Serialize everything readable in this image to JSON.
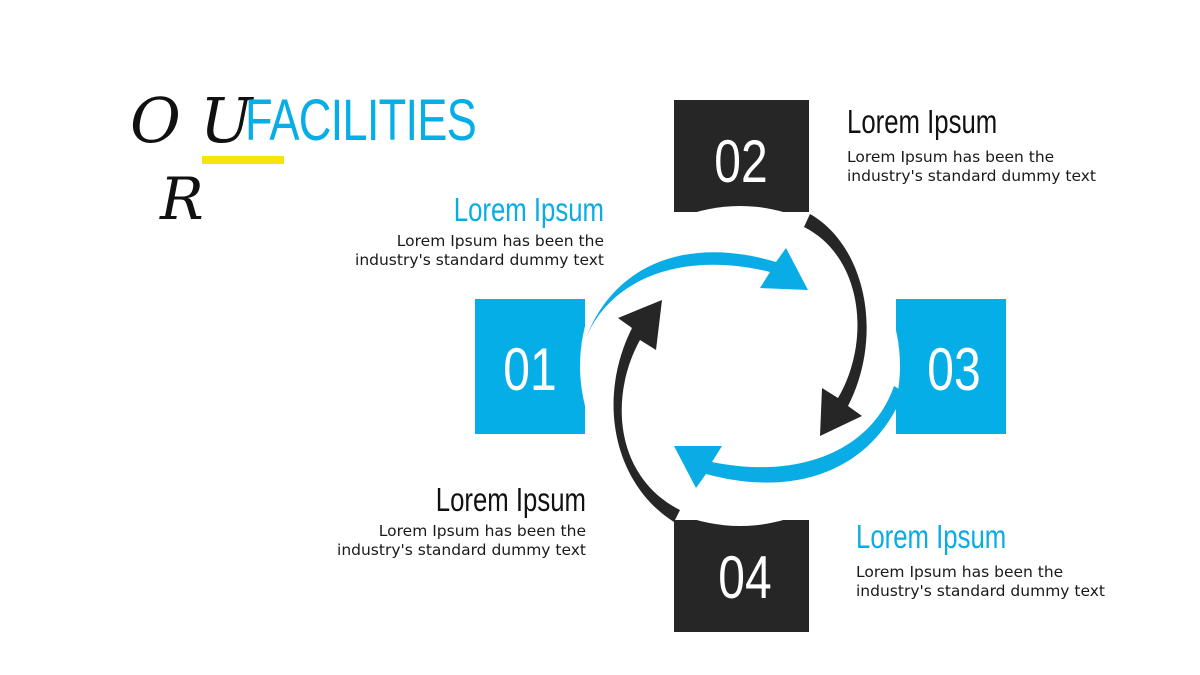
{
  "title": {
    "letter_o": "O",
    "letter_u": "U",
    "letter_r": "R",
    "main": "FACILITIES",
    "underline_color": "#f5e50d",
    "accent_color": "#06aee8"
  },
  "steps": [
    {
      "number": "01",
      "heading": "Lorem Ipsum",
      "description_line1": "Lorem Ipsum has been the",
      "description_line2": "industry's standard dummy text",
      "color": "#06aee8"
    },
    {
      "number": "02",
      "heading": "Lorem Ipsum",
      "description_line1": "Lorem Ipsum has been the",
      "description_line2": "industry's standard dummy text",
      "color": "#262626"
    },
    {
      "number": "03",
      "heading": "Lorem Ipsum",
      "description_line1": "Lorem Ipsum has been the",
      "description_line2": "industry's standard dummy text",
      "color": "#06aee8"
    },
    {
      "number": "04",
      "heading": "Lorem Ipsum",
      "description_line1": "Lorem Ipsum has been the",
      "description_line2": "industry's standard dummy text",
      "color": "#262626"
    }
  ],
  "arrows": [
    "blue-arrow",
    "black-arrow",
    "blue-arrow",
    "black-arrow"
  ]
}
